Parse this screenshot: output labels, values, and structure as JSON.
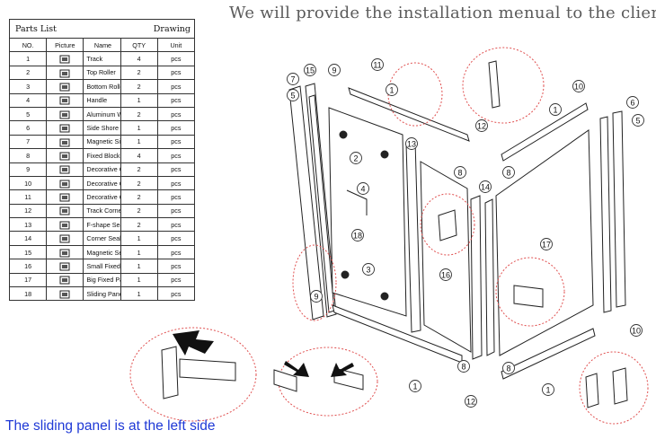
{
  "headline": "We will provide the installation menual to the clients",
  "footer_note": "The sliding panel is at the left side",
  "parts_list": {
    "title": "Parts List",
    "drawing_label": "Drawing",
    "columns": [
      "NO.",
      "Picture",
      "Name",
      "QTY",
      "Unit"
    ],
    "rows": [
      {
        "no": "1",
        "name": "Track",
        "qty": "4",
        "unit": "pcs",
        "icon": "track-icon"
      },
      {
        "no": "2",
        "name": "Top Roller",
        "qty": "2",
        "unit": "pcs",
        "icon": "top-roller-icon"
      },
      {
        "no": "3",
        "name": "Bottom Roller",
        "qty": "2",
        "unit": "pcs",
        "icon": "bottom-roller-icon"
      },
      {
        "no": "4",
        "name": "Handle",
        "qty": "1",
        "unit": "pcs",
        "icon": "handle-icon"
      },
      {
        "no": "5",
        "name": "Aluminum Wall Profile",
        "qty": "2",
        "unit": "pcs",
        "icon": "wall-profile-icon"
      },
      {
        "no": "6",
        "name": "Side Shore",
        "qty": "1",
        "unit": "pcs",
        "icon": "side-shore-icon"
      },
      {
        "no": "7",
        "name": "Magnetic Side Shore",
        "qty": "1",
        "unit": "pcs",
        "icon": "magnetic-side-shore-icon"
      },
      {
        "no": "8",
        "name": "Fixed Block for Fixed Panel",
        "qty": "4",
        "unit": "pcs",
        "icon": "fixed-block-icon"
      },
      {
        "no": "9",
        "name": "Decorative Cover(left)",
        "qty": "2",
        "unit": "pcs",
        "icon": "cover-left-icon"
      },
      {
        "no": "10",
        "name": "Decorative Cover(right)",
        "qty": "2",
        "unit": "pcs",
        "icon": "cover-right-icon"
      },
      {
        "no": "11",
        "name": "Decorative Cover",
        "qty": "2",
        "unit": "pcs",
        "icon": "decorative-cover-icon"
      },
      {
        "no": "12",
        "name": "Track Corner Connecter",
        "qty": "2",
        "unit": "pcs",
        "icon": "corner-connecter-icon"
      },
      {
        "no": "13",
        "name": "F-shape Seal Strip",
        "qty": "2",
        "unit": "pcs",
        "icon": "f-seal-strip-icon"
      },
      {
        "no": "14",
        "name": "Corner Seal Strip",
        "qty": "1",
        "unit": "pcs",
        "icon": "corner-seal-strip-icon"
      },
      {
        "no": "15",
        "name": "Magnetic Seal Stip",
        "qty": "1",
        "unit": "pcs",
        "icon": "magnetic-seal-strip-icon"
      },
      {
        "no": "16",
        "name": "Small Fixed Panel",
        "qty": "1",
        "unit": "pcs",
        "icon": "small-fixed-panel-icon"
      },
      {
        "no": "17",
        "name": "Big Fixed Panel",
        "qty": "1",
        "unit": "pcs",
        "icon": "big-fixed-panel-icon"
      },
      {
        "no": "18",
        "name": "Sliding Panel",
        "qty": "1",
        "unit": "pcs",
        "icon": "sliding-panel-icon"
      }
    ]
  },
  "diagram": {
    "line_color": "#222222",
    "callout_line_color": "#d04040",
    "detail_circle_color": "#e05050",
    "arrow_color": "#111111",
    "callouts": [
      "7",
      "15",
      "9",
      "11",
      "1",
      "5",
      "2",
      "4",
      "18",
      "13",
      "8",
      "14",
      "8",
      "12",
      "16",
      "17",
      "10",
      "6",
      "5",
      "1",
      "3",
      "9",
      "8",
      "1",
      "8",
      "1",
      "12",
      "10"
    ],
    "panel_labels": [
      "18",
      "16",
      "17"
    ]
  }
}
